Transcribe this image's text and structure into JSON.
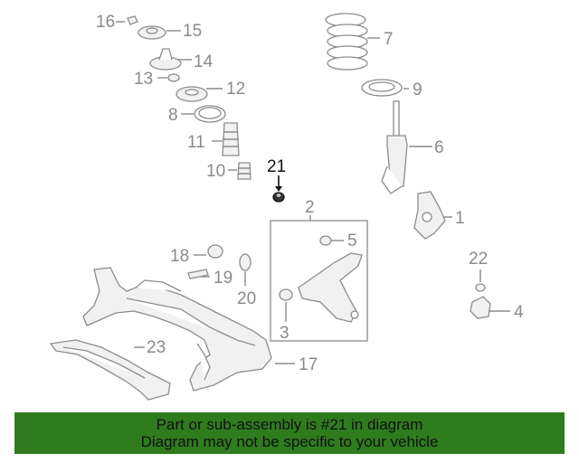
{
  "callouts": {
    "c1": "1",
    "c2": "2",
    "c3": "3",
    "c4": "4",
    "c5": "5",
    "c6": "6",
    "c7": "7",
    "c8": "8",
    "c9": "9",
    "c10": "10",
    "c11": "11",
    "c12": "12",
    "c13": "13",
    "c14": "14",
    "c15": "15",
    "c16": "16",
    "c17": "17",
    "c18": "18",
    "c19": "19",
    "c20": "20",
    "c21": "21",
    "c22": "22",
    "c23": "23"
  },
  "highlight_part": "21",
  "colors": {
    "banner_bg": "#2f7c1e",
    "callout": "#8a8a8a",
    "highlight": "#111111"
  },
  "banner": {
    "line1": "Part or sub-assembly is #21 in diagram",
    "line2": "Diagram may not be specific to your vehicle"
  }
}
